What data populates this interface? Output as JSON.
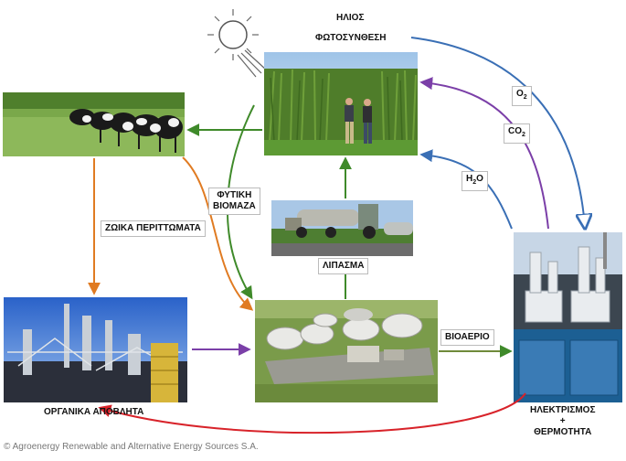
{
  "sun_label": "ΗΛΙΟΣ",
  "photosynthesis_label": "ΦΩΤΟΣΥΝΘΕΣΗ",
  "o2_label": "O",
  "o2_sub": "2",
  "co2_label": "CO",
  "co2_sub": "2",
  "h2o_label_h": "H",
  "h2o_sub": "2",
  "h2o_label_o": "O",
  "plant_biomass_label_line1": "ΦΥΤΙΚΗ",
  "plant_biomass_label_line2": "ΒΙΟΜΑΖΑ",
  "animal_waste_label": "ΖΩΙΚΑ ΠΕΡΙΤΤΩΜΑΤΑ",
  "fertilizer_label": "ΛΙΠΑΣΜΑ",
  "organic_waste_label": "ΟΡΓΑΝΙΚΑ ΑΠΟΒΛΗΤΑ",
  "biogas_label": "ΒΙΟΑΕΡΙΟ",
  "electricity_label_line1": "ΗΛΕΚΤΡΙΣΜΟΣ",
  "electricity_label_line2": "+",
  "electricity_label_line3": "ΘΕΡΜΟΤΗΤΑ",
  "copyright": "© Agroenergy Renewable and Alternative Energy Sources S.A.",
  "colors": {
    "blue": "#3a6fb5",
    "purple": "#7b3fa8",
    "green": "#3f8a2a",
    "orange": "#e07b22",
    "red": "#d8232a"
  }
}
